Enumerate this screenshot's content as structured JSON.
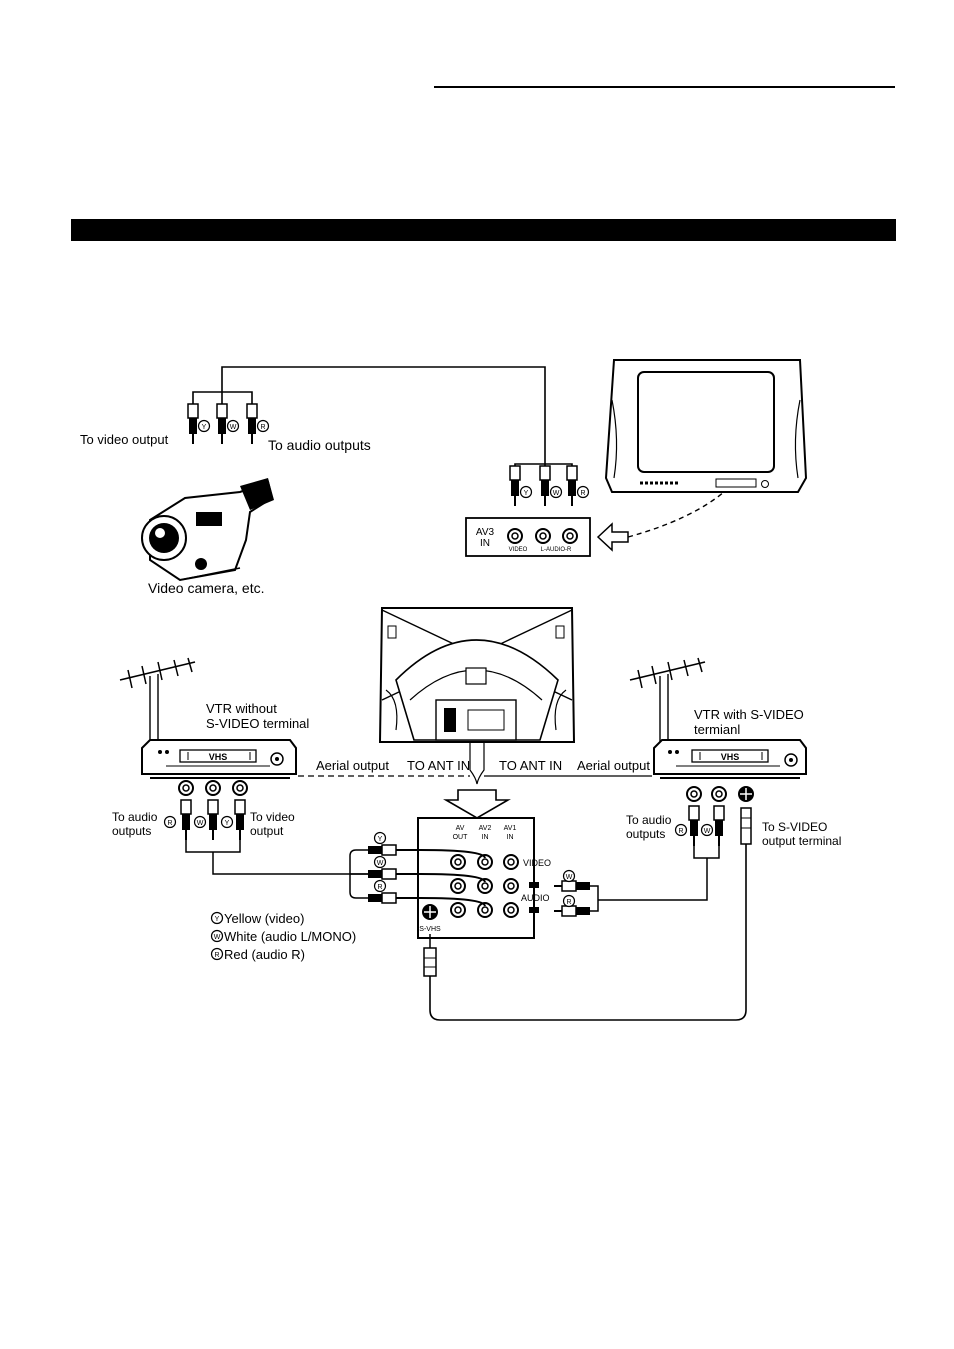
{
  "labels": {
    "to_video_output_top": "To video output",
    "to_audio_outputs_top": "To audio outputs",
    "video_camera": "Video camera, etc.",
    "av3": "AV3",
    "av3_in": "IN",
    "av3_video": "VIDEO",
    "av3_audio": "L-AUDIO-R",
    "vtr_left_l1": "VTR without",
    "vtr_left_l2": "S-VIDEO terminal",
    "vtr_right_l1": "VTR with S-VIDEO",
    "vtr_right_l2": "termianl",
    "vhs": "VHS",
    "aerial_output": "Aerial output",
    "to_ant_in": "TO ANT IN",
    "to_audio_l1": "To audio",
    "to_audio_l2": "outputs",
    "to_video_l1": "To video",
    "to_video_l2": "output",
    "av_out_l1": "AV",
    "av_out_l2": "OUT",
    "av2_l1": "AV2",
    "av2_l2": "IN",
    "av1_l1": "AV1",
    "av1_l2": "IN",
    "panel_video": "VIDEO",
    "panel_audio": "AUDIO",
    "svhs": "S-VHS",
    "to_svideo_l1": "To S-VIDEO",
    "to_svideo_l2": "output terminal",
    "legend_yellow": "Yellow (video)",
    "legend_white": "White (audio L/MONO)",
    "legend_red": "Red (audio R)",
    "mark_y": "Y",
    "mark_w": "W",
    "mark_r": "R"
  }
}
